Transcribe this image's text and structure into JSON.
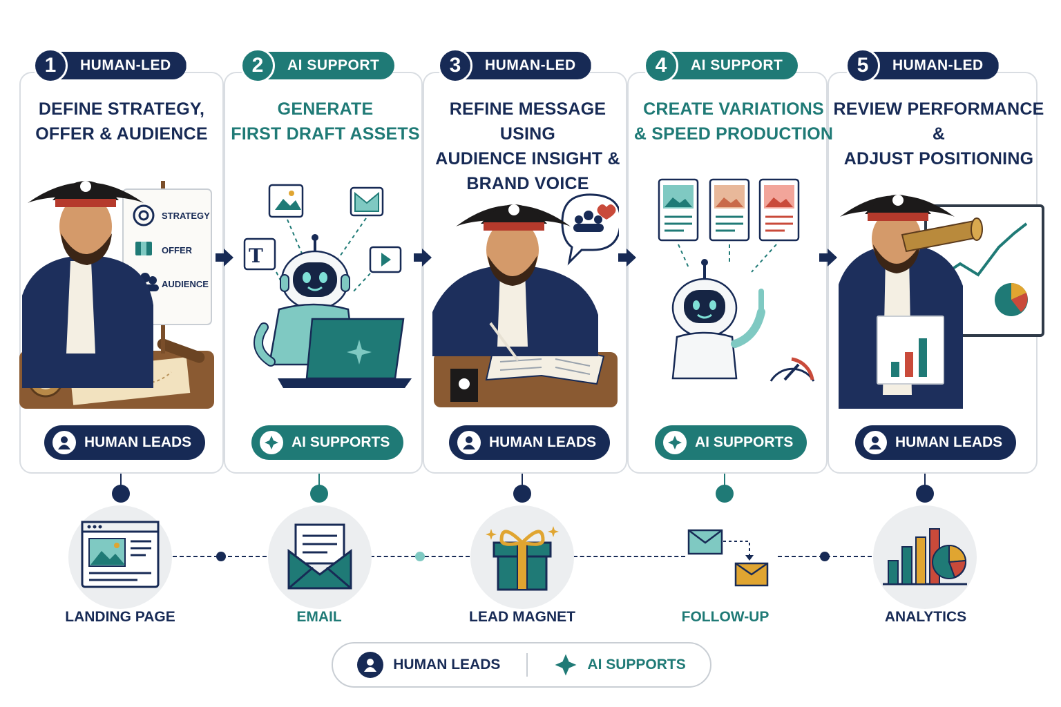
{
  "steps": [
    {
      "number": "1",
      "tag": "HUMAN-LED",
      "title_lines": [
        "DEFINE STRATEGY,",
        "OFFER & AUDIENCE"
      ],
      "role": "HUMAN LEADS",
      "kind": "human",
      "board_items": [
        "STRATEGY",
        "OFFER",
        "AUDIENCE"
      ]
    },
    {
      "number": "2",
      "tag": "AI SUPPORT",
      "title_lines": [
        "GENERATE",
        "FIRST DRAFT ASSETS"
      ],
      "role": "AI SUPPORTS",
      "kind": "ai"
    },
    {
      "number": "3",
      "tag": "HUMAN-LED",
      "title_lines": [
        "REFINE MESSAGE USING",
        "AUDIENCE INSIGHT &",
        "BRAND VOICE"
      ],
      "role": "HUMAN LEADS",
      "kind": "human"
    },
    {
      "number": "4",
      "tag": "AI SUPPORT",
      "title_lines": [
        "CREATE VARIATIONS",
        "& SPEED PRODUCTION"
      ],
      "role": "AI SUPPORTS",
      "kind": "ai"
    },
    {
      "number": "5",
      "tag": "HUMAN-LED",
      "title_lines": [
        "REVIEW PERFORMANCE &",
        "ADJUST POSITIONING"
      ],
      "role": "HUMAN LEADS",
      "kind": "human"
    }
  ],
  "channels": [
    {
      "label": "LANDING PAGE",
      "kind": "human",
      "icon": "landing-page-icon"
    },
    {
      "label": "EMAIL",
      "kind": "ai",
      "icon": "email-icon"
    },
    {
      "label": "LEAD MAGNET",
      "kind": "human",
      "icon": "gift-icon"
    },
    {
      "label": "FOLLOW-UP",
      "kind": "ai",
      "icon": "follow-up-icon"
    },
    {
      "label": "ANALYTICS",
      "kind": "human",
      "icon": "analytics-icon"
    }
  ],
  "legend": {
    "human": "HUMAN LEADS",
    "ai": "AI SUPPORTS"
  },
  "colors": {
    "navy": "#172a55",
    "teal": "#1f7a76",
    "light_teal": "#7fc9c2",
    "gold": "#e0a531",
    "red": "#c94a3a",
    "card_border": "#d9dde2"
  }
}
